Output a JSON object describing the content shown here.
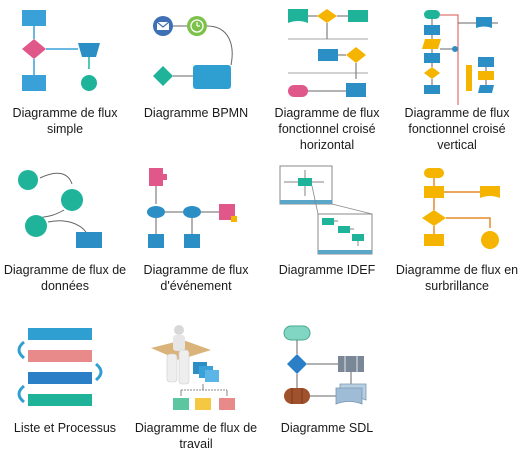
{
  "gallery": {
    "items": [
      {
        "label": "Diagramme de flux simple",
        "icon": "simple-flowchart-icon"
      },
      {
        "label": "Diagramme BPMN",
        "icon": "bpmn-diagram-icon"
      },
      {
        "label": "Diagramme de flux fonctionnel croisé horizontal",
        "icon": "horizontal-cross-functional-flowchart-icon"
      },
      {
        "label": "Diagramme de flux fonctionnel croisé vertical",
        "icon": "vertical-cross-functional-flowchart-icon"
      },
      {
        "label": "Diagramme de flux de données",
        "icon": "data-flow-diagram-icon"
      },
      {
        "label": "Diagramme de flux d'événement",
        "icon": "event-flowchart-icon"
      },
      {
        "label": "Diagramme IDEF",
        "icon": "idef-diagram-icon"
      },
      {
        "label": "Diagramme de flux en surbrillance",
        "icon": "highlight-flowchart-icon"
      },
      {
        "label": "Liste et Processus",
        "icon": "list-process-icon"
      },
      {
        "label": "Diagramme de flux de travail",
        "icon": "workflow-diagram-icon"
      },
      {
        "label": "Diagramme SDL",
        "icon": "sdl-diagram-icon"
      }
    ]
  },
  "colors": {
    "teal": "#1fb39a",
    "blue": "#2b8fc6",
    "pink": "#e0588a",
    "yellow": "#f5b400",
    "red": "#d9534f"
  }
}
